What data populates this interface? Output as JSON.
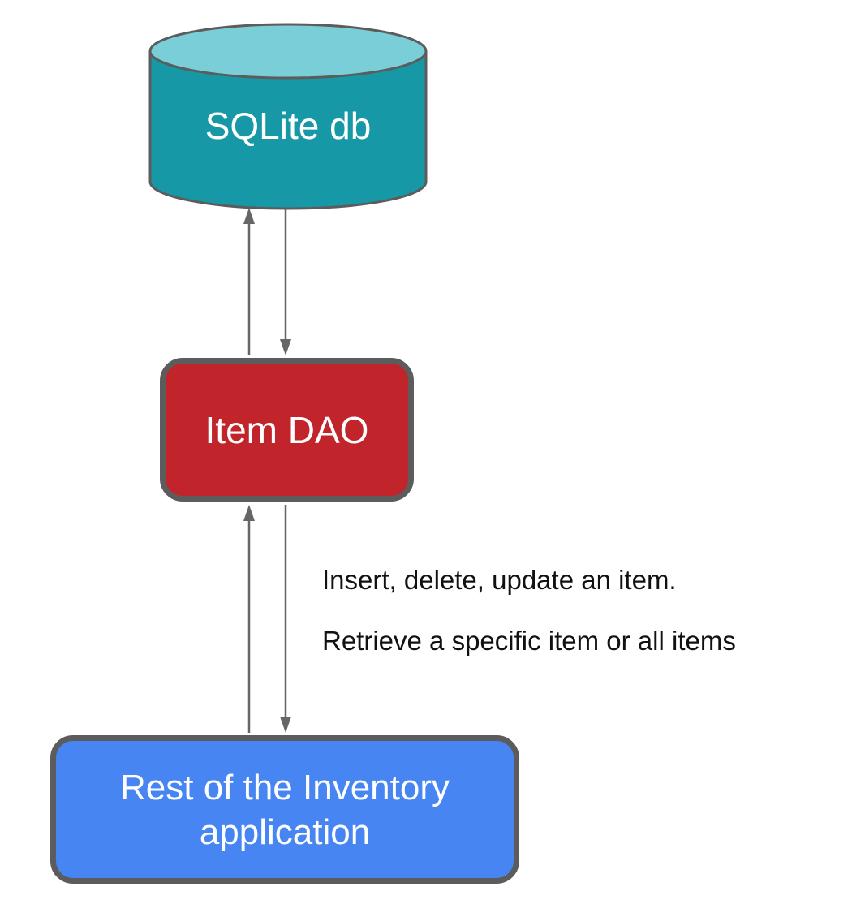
{
  "diagram": {
    "database": {
      "label": "SQLite db"
    },
    "dao": {
      "label": "Item DAO"
    },
    "app": {
      "label": "Rest of the Inventory application"
    },
    "annotation": {
      "line1": "Insert, delete, update an item.",
      "line2": "Retrieve a specific item or all items"
    },
    "colors": {
      "db_body_fill": "#1698a6",
      "db_top_fill": "#79ced8",
      "dao_fill": "#c1242b",
      "app_fill": "#4685f2",
      "node_stroke": "#5c5c5c",
      "arrow": "#666666",
      "label_text": "#ffffff",
      "annotation_text": "#111111",
      "background": "#ffffff"
    }
  }
}
